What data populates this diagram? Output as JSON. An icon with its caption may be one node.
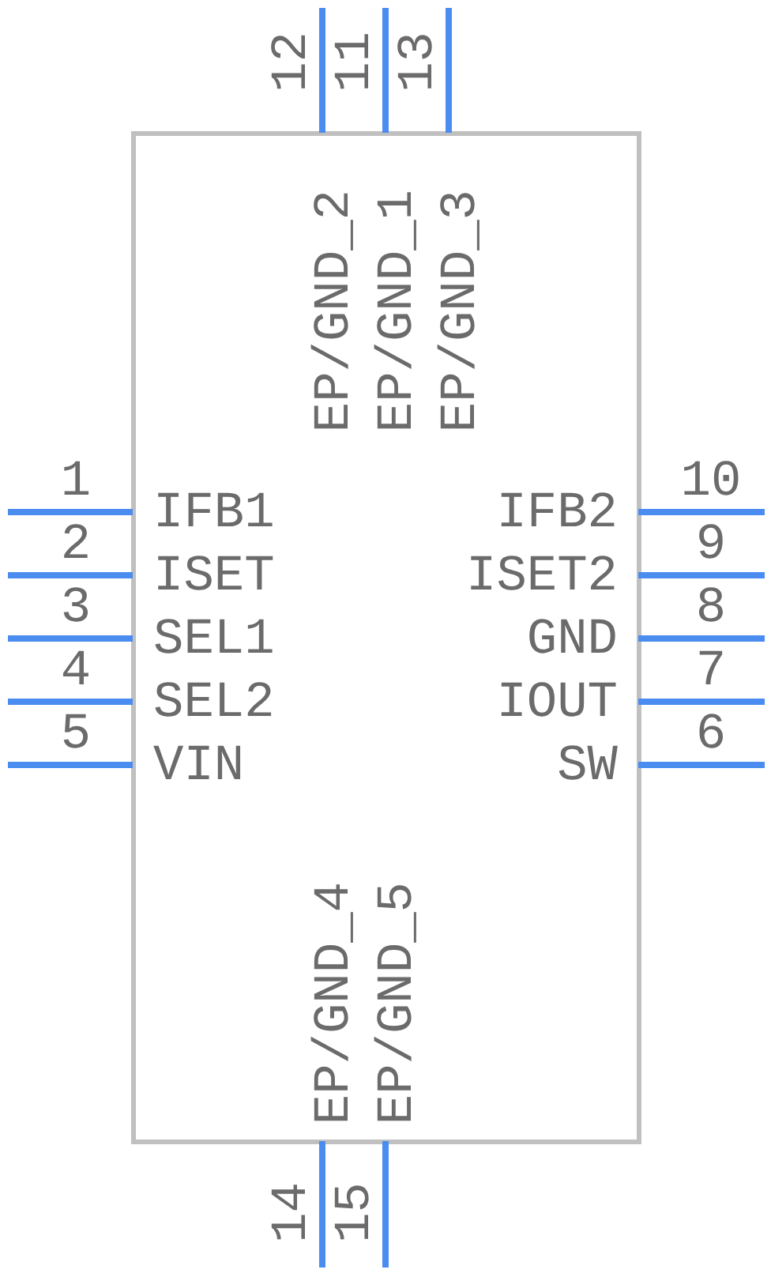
{
  "diagram": {
    "nodes": [
      {
        "text": [],
        "shape": "box"
      }
    ],
    "labels": [
      "12",
      "11",
      "13",
      "EP/GND_2",
      "EP/GND_1",
      "EP/GND_3",
      "1",
      "10",
      "IFB1",
      "IFB2",
      "2",
      "9",
      "ISET",
      "ISET2",
      "3",
      "8",
      "SEL1",
      "GND",
      "4",
      "7",
      "SEL2",
      "IOUT",
      "5",
      "6",
      "VIN",
      "SW",
      "EP/GND_4",
      "EP/GND_5",
      "14",
      "15"
    ]
  }
}
